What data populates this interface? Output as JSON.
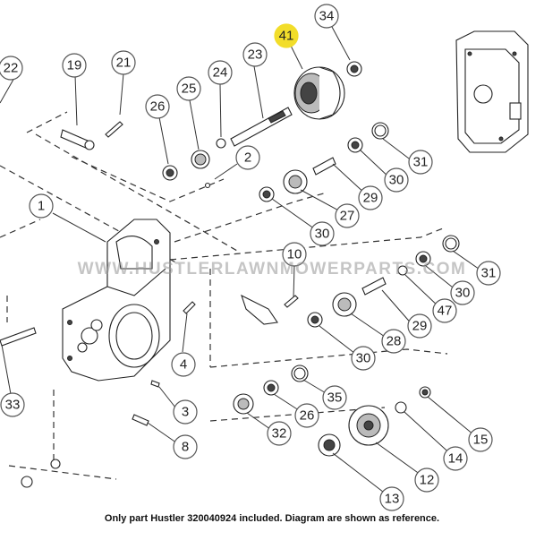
{
  "callouts": [
    {
      "label": "1",
      "highlight": false
    },
    {
      "label": "2",
      "highlight": false
    },
    {
      "label": "3",
      "highlight": false
    },
    {
      "label": "4",
      "highlight": false
    },
    {
      "label": "8",
      "highlight": false
    },
    {
      "label": "10",
      "highlight": false
    },
    {
      "label": "12",
      "highlight": false
    },
    {
      "label": "13",
      "highlight": false
    },
    {
      "label": "14",
      "highlight": false
    },
    {
      "label": "15",
      "highlight": false
    },
    {
      "label": "19",
      "highlight": false
    },
    {
      "label": "21",
      "highlight": false
    },
    {
      "label": "22",
      "highlight": false
    },
    {
      "label": "23",
      "highlight": false
    },
    {
      "label": "24",
      "highlight": false
    },
    {
      "label": "25",
      "highlight": false
    },
    {
      "label": "26",
      "highlight": false
    },
    {
      "label": "26",
      "highlight": false
    },
    {
      "label": "27",
      "highlight": false
    },
    {
      "label": "28",
      "highlight": false
    },
    {
      "label": "29",
      "highlight": false
    },
    {
      "label": "29",
      "highlight": false
    },
    {
      "label": "30",
      "highlight": false
    },
    {
      "label": "30",
      "highlight": false
    },
    {
      "label": "30",
      "highlight": false
    },
    {
      "label": "30",
      "highlight": false
    },
    {
      "label": "31",
      "highlight": false
    },
    {
      "label": "31",
      "highlight": false
    },
    {
      "label": "32",
      "highlight": false
    },
    {
      "label": "33",
      "highlight": false
    },
    {
      "label": "34",
      "highlight": false
    },
    {
      "label": "35",
      "highlight": false
    },
    {
      "label": "41",
      "highlight": true
    },
    {
      "label": "47",
      "highlight": false
    }
  ],
  "watermark": "WWW.HUSTLERLAWNMOWERPARTS.COM",
  "footnote": "Only part Hustler 320040924 included. Diagram are shown as reference.",
  "colors": {
    "highlight": "#f2dd2a",
    "line": "#333333",
    "background": "#ffffff"
  }
}
